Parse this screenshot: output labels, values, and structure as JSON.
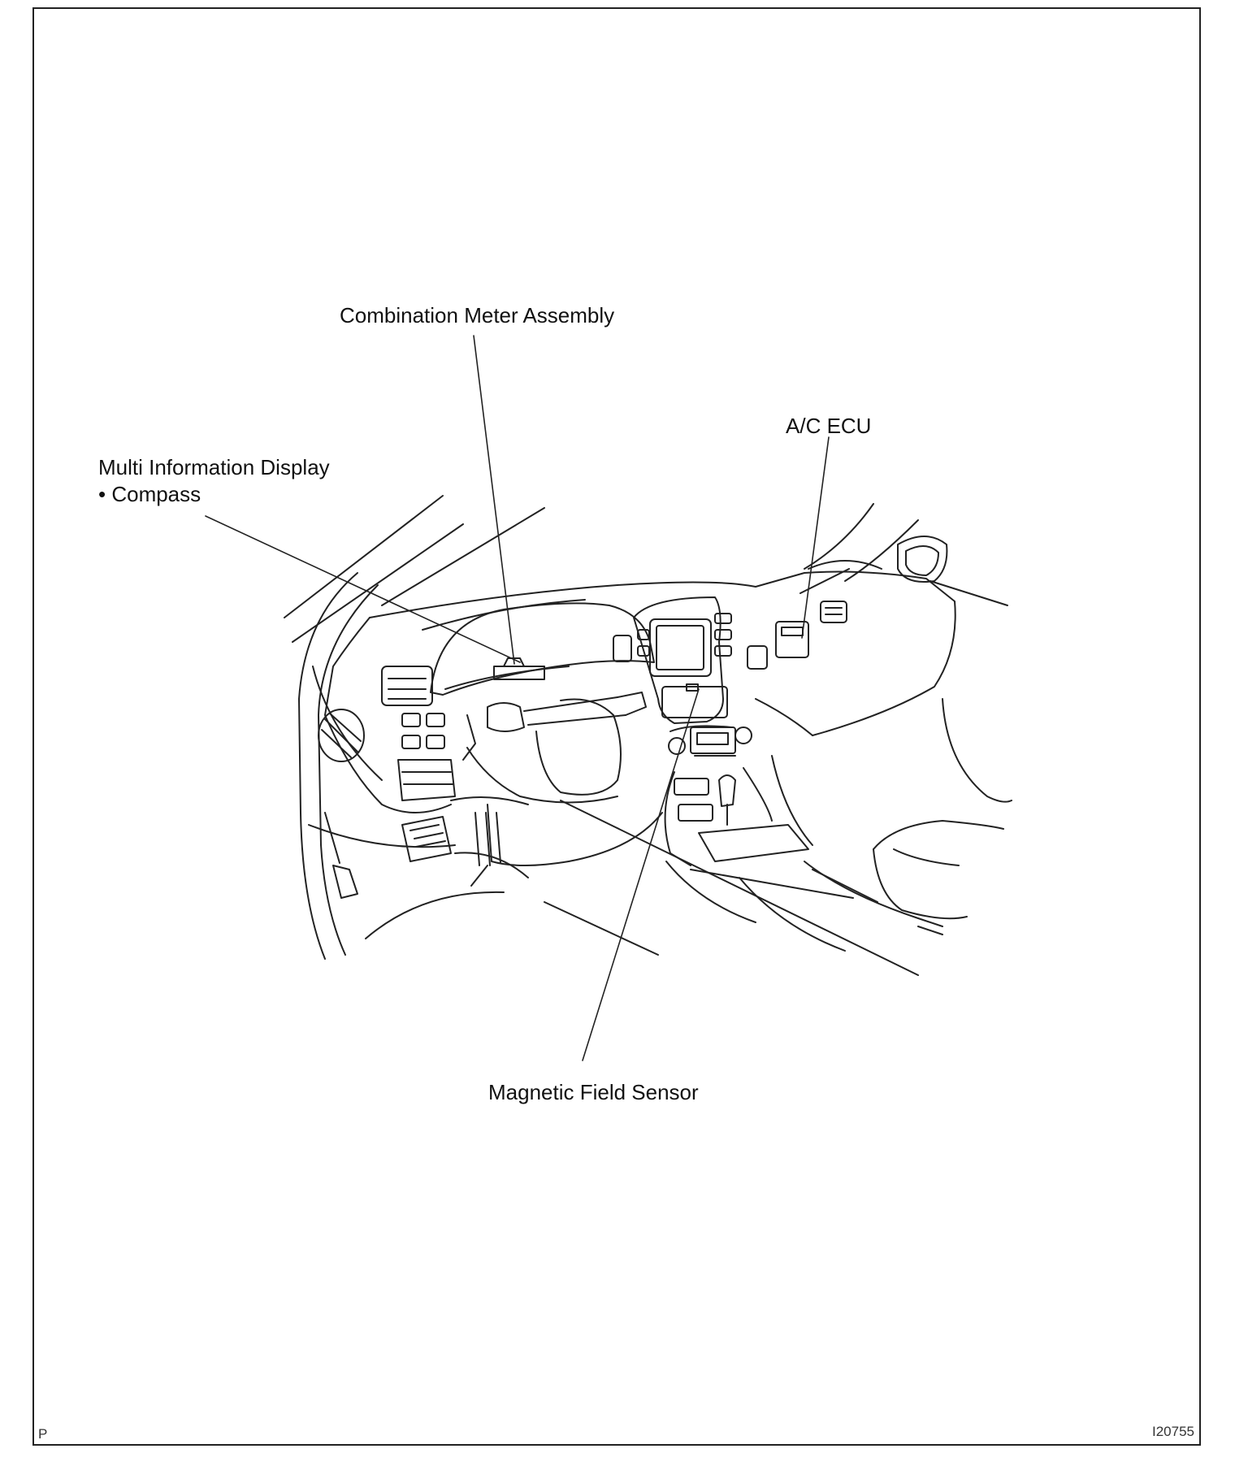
{
  "labels": {
    "combination_meter": "Combination Meter Assembly",
    "ac_ecu": "A/C ECU",
    "mid_line1": "Multi Information Display",
    "mid_line2": "• Compass",
    "magnetic_sensor": "Magnetic Field Sensor"
  },
  "corner": {
    "left": "P",
    "right": "I20755"
  },
  "colors": {
    "line": "#222222",
    "background": "#ffffff"
  }
}
